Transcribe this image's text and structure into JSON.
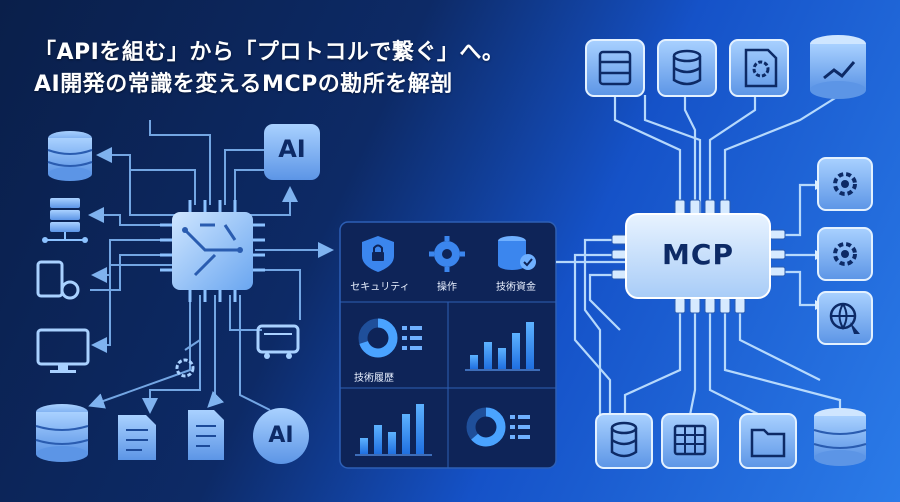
{
  "headline": {
    "line1": "「APIを組む」から「プロトコルで繋ぐ」へ。",
    "line2": "AI開発の常識を変えるMCPの勘所を解剖"
  },
  "left_hub": {
    "ai_badge_top": "AI",
    "ai_badge_bottom": "AI"
  },
  "center_panel": {
    "features": [
      {
        "label": "セキュリティ",
        "icon": "shield-lock-icon"
      },
      {
        "label": "操作",
        "icon": "gear-icon"
      },
      {
        "label": "技術資金",
        "icon": "database-check-icon"
      }
    ],
    "donut_label": "技術履歴"
  },
  "mcp_hub": {
    "label": "MCP"
  },
  "colors": {
    "accent": "#5aa0ff",
    "line": "#8cc2ff",
    "panel": "#0e2458"
  }
}
